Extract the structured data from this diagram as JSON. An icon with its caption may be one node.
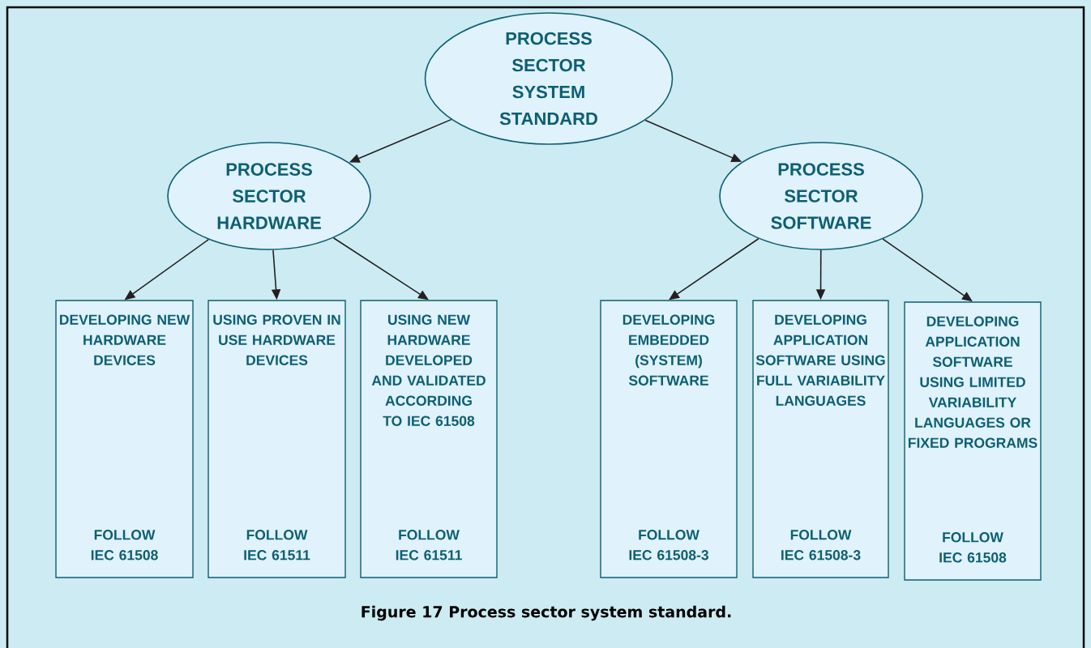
{
  "diagram": {
    "caption": "Figure 17 Process sector system standard.",
    "nodes": [
      {
        "text": [
          "PROCESS SECTOR SYSTEM STANDARD"
        ]
      },
      {
        "text": [
          "PROCESS SECTOR HARDWARE"
        ]
      },
      {
        "text": [
          "PROCESS SECTOR SOFTWARE"
        ]
      },
      {
        "text": [
          "DEVELOPING NEW HARDWARE DEVICES",
          "FOLLOW IEC 61508"
        ]
      },
      {
        "text": [
          "USING PROVEN IN USE HARDWARE DEVICES",
          "FOLLOW IEC 61511"
        ]
      },
      {
        "text": [
          "USING NEW HARDWARE DEVELOPED AND VALIDATED ACCORDING TO IEC 61508",
          "FOLLOW IEC 61511"
        ]
      },
      {
        "text": [
          "DEVELOPING EMBEDDED (SYSTEM) SOFTWARE",
          "FOLLOW IEC 61508-3"
        ]
      },
      {
        "text": [
          "DEVELOPING APPLICATION SOFTWARE USING FULL VARIABILITY LANGUAGES",
          "FOLLOW IEC 61508-3"
        ]
      },
      {
        "text": [
          "DEVELOPING APPLICATION SOFTWARE USING LIMITED VARIABILITY LANGUAGES OR FIXED PROGRAMS",
          "FOLLOW IEC 61508"
        ]
      }
    ],
    "edges": [
      {
        "from": 0,
        "to": 1,
        "arrow": "to"
      },
      {
        "from": 0,
        "to": 2,
        "arrow": "to"
      },
      {
        "from": 1,
        "to": 3,
        "arrow": "to"
      },
      {
        "from": 1,
        "to": 4,
        "arrow": "to"
      },
      {
        "from": 1,
        "to": 5,
        "arrow": "to"
      },
      {
        "from": 2,
        "to": 6,
        "arrow": "to"
      },
      {
        "from": 2,
        "to": 7,
        "arrow": "to"
      },
      {
        "from": 2,
        "to": 8,
        "arrow": "to"
      }
    ]
  }
}
